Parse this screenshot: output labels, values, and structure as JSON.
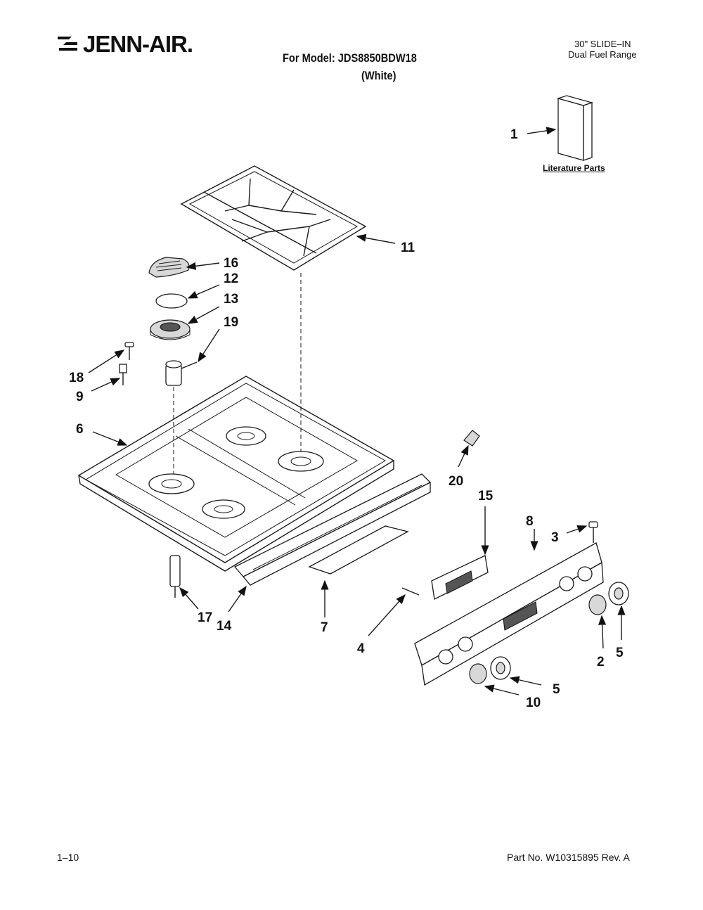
{
  "header": {
    "brand": "JENN-AIR.",
    "model_line": "For Model: JDS8850BDW18",
    "color_line": "(White)",
    "range_size": "30\" SLIDE–IN",
    "range_type": "Dual Fuel Range"
  },
  "literature": {
    "label": "Literature Parts"
  },
  "footer": {
    "page": "1–10",
    "part_number": "Part No. W10315895 Rev. A"
  },
  "callouts": {
    "c1": "1",
    "c2": "2",
    "c3": "3",
    "c4": "4",
    "c5a": "5",
    "c5b": "5",
    "c6": "6",
    "c7": "7",
    "c8": "8",
    "c9": "9",
    "c10": "10",
    "c11": "11",
    "c12": "12",
    "c13": "13",
    "c14": "14",
    "c15": "15",
    "c16": "16",
    "c17": "17",
    "c18": "18",
    "c19": "19",
    "c20": "20"
  }
}
